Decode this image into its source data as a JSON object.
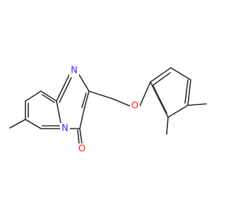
{
  "molecule": {
    "atoms": [
      {
        "id": "N_ring",
        "label": "N",
        "color": "#3333ff"
      },
      {
        "id": "N_bridge",
        "label": "N",
        "color": "#3333ff"
      },
      {
        "id": "O_ether",
        "label": "O",
        "color": "#ff2020"
      },
      {
        "id": "O_carbonyl",
        "label": "O",
        "color": "#ff2020"
      }
    ],
    "bond_color": "#2b2b2b"
  }
}
